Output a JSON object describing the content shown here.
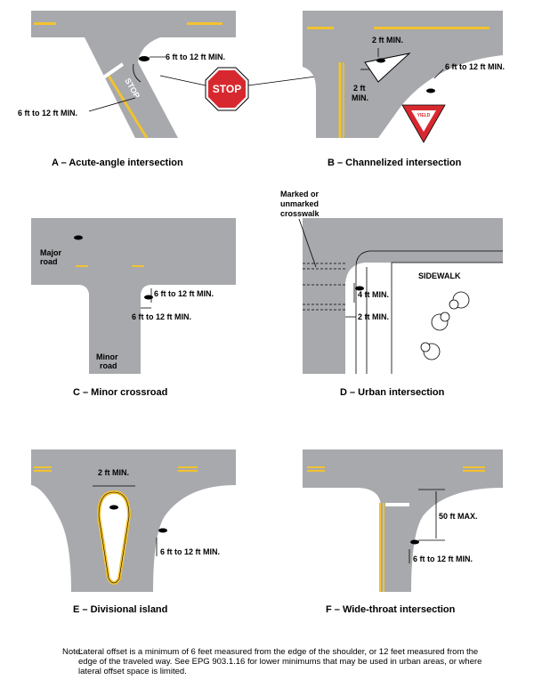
{
  "panels": {
    "a": {
      "caption": "A – Acute-angle intersection",
      "offset_top": "6 ft to 12 ft MIN.",
      "offset_left": "6 ft to 12 ft MIN.",
      "stop_sign": "STOP",
      "pavement_text": "STOP"
    },
    "b": {
      "caption": "B – Channelized intersection",
      "dim_top": "2 ft MIN.",
      "dim_side_1": "2 ft",
      "dim_side_2": "MIN.",
      "offset": "6 ft to 12 ft MIN.",
      "yield_sign": "YIELD"
    },
    "c": {
      "caption": "C – Minor crossroad",
      "major_road_1": "Major",
      "major_road_2": "road",
      "minor_road_1": "Minor",
      "minor_road_2": "road",
      "offset_right": "6 ft to 12 ft MIN.",
      "offset_below": "6 ft to 12 ft MIN."
    },
    "d": {
      "caption": "D – Urban intersection",
      "crosswalk_1": "Marked or",
      "crosswalk_2": "unmarked",
      "crosswalk_3": "crosswalk",
      "sidewalk": "SIDEWALK",
      "dim_4ft": "4 ft MIN.",
      "dim_2ft": "2 ft MIN."
    },
    "e": {
      "caption": "E – Divisional island",
      "dim_top": "2 ft MIN.",
      "offset": "6 ft to 12 ft MIN."
    },
    "f": {
      "caption": "F – Wide-throat intersection",
      "dim_50": "50 ft MAX.",
      "offset": "6 ft to 12 ft MIN."
    }
  },
  "note": {
    "label": "Note:",
    "text": "Lateral offset is a minimum of 6 feet measured from the edge of the shoulder, or 12 feet measured from the edge of the traveled way. See EPG 903.1.16 for lower minimums that may be used in urban areas, or where lateral offset space is limited."
  },
  "colors": {
    "road": "#a7a9ac",
    "yellow": "#f2c230",
    "stop_red": "#d8282f",
    "yield_red": "#d8282f",
    "white": "#ffffff"
  }
}
